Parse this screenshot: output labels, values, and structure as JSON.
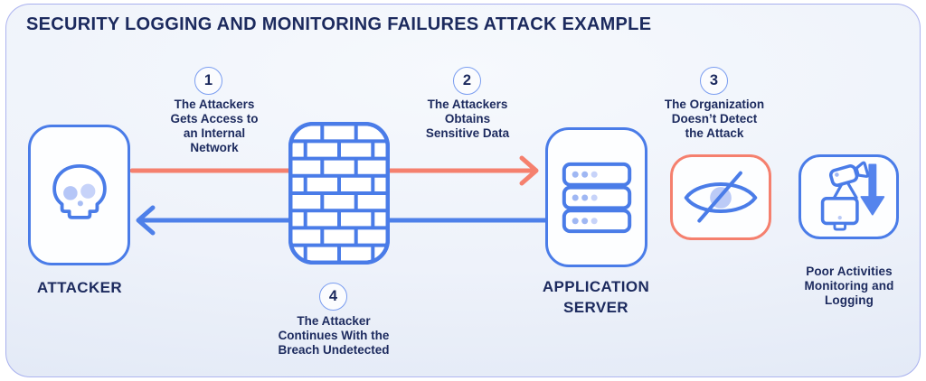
{
  "title": "SECURITY LOGGING AND MONITORING FAILURES ATTACK EXAMPLE",
  "steps": [
    {
      "number": "1",
      "label": "The Attackers\nGets Access to\nan Internal\nNetwork"
    },
    {
      "number": "2",
      "label": "The Attackers\nObtains\nSensitive Data"
    },
    {
      "number": "3",
      "label": "The Organization\nDoesn’t Detect\nthe Attack"
    },
    {
      "number": "4",
      "label": "The Attacker\nContinues With the\nBreach Undetected"
    }
  ],
  "nodes": {
    "attacker": {
      "label": "ATTACKER",
      "icon": "skull-icon"
    },
    "firewall": {
      "icon": "firewall-icon"
    },
    "application_server": {
      "label": "APPLICATION\nSERVER",
      "icon": "server-stack-icon"
    },
    "no_detection": {
      "icon": "eye-slash-icon"
    },
    "monitoring": {
      "label": "Poor Activities\nMonitoring and\nLogging",
      "icon": "surveillance-logging-icon"
    }
  },
  "colors": {
    "outline_blue": "#4A7CE8",
    "accent_red": "#F5806E",
    "arrow_blue": "#4E80E9",
    "text_navy": "#1C2A5E",
    "icon_fill_light_blue": "#BCCBF7",
    "panel_background": "#EEF2FA"
  }
}
